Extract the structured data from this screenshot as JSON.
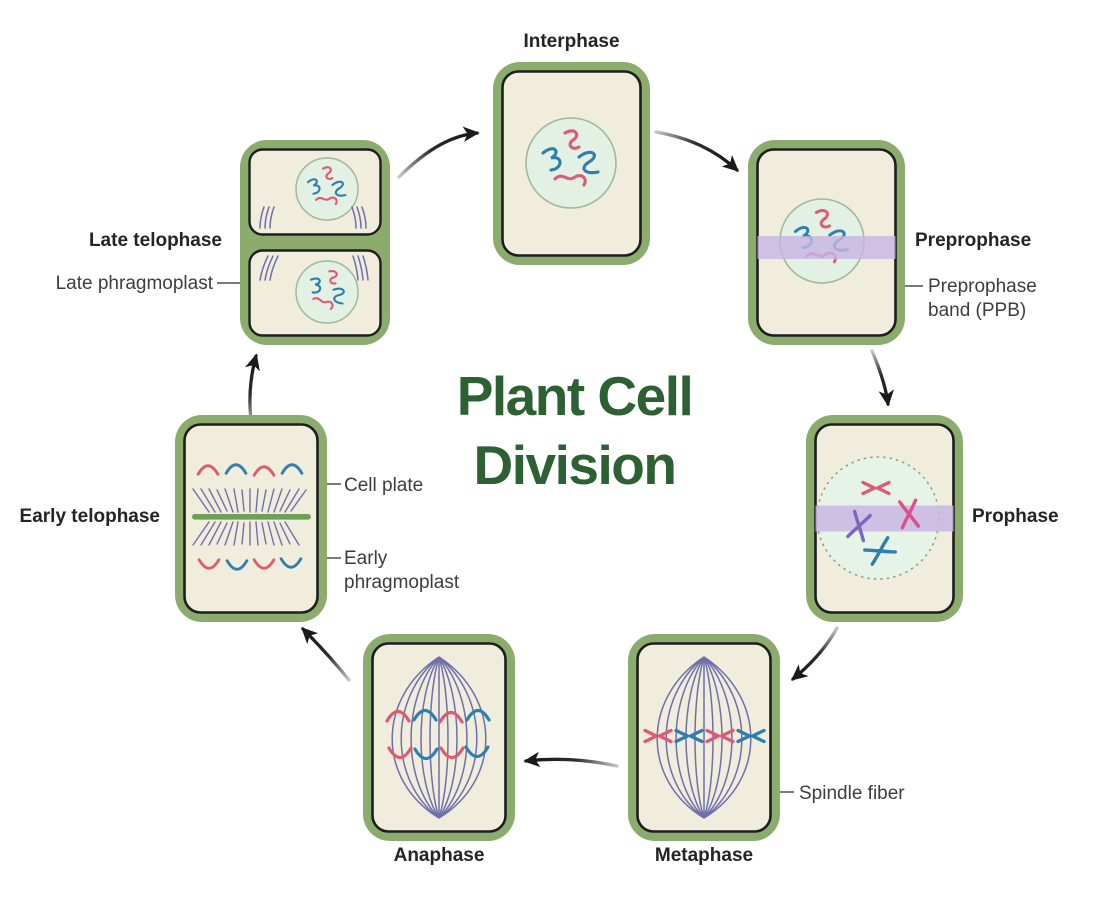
{
  "title": {
    "line1": "Plant Cell",
    "line2": "Division"
  },
  "phases": [
    {
      "id": "interphase",
      "label": "Interphase"
    },
    {
      "id": "preprophase",
      "label": "Preprophase"
    },
    {
      "id": "prophase",
      "label": "Prophase"
    },
    {
      "id": "metaphase",
      "label": "Metaphase"
    },
    {
      "id": "anaphase",
      "label": "Anaphase"
    },
    {
      "id": "early-telophase",
      "label": "Early telophase"
    },
    {
      "id": "late-telophase",
      "label": "Late telophase"
    }
  ],
  "cycle_order": [
    "Late telophase",
    "Interphase",
    "Preprophase",
    "Prophase",
    "Metaphase",
    "Anaphase",
    "Early telophase"
  ],
  "annotations": {
    "late_phragmoplast": "Late phragmoplast",
    "preprophase_band": "Preprophase band (PPB)",
    "cell_plate": "Cell plate",
    "early_phragmoplast": "Early phragmoplast",
    "spindle_fiber": "Spindle fiber"
  },
  "colors": {
    "cell_wall_green": "#8BAC6D",
    "cytoplasm_cream": "#F0EDDC",
    "outline_dark": "#1E1E1E",
    "nucleus_green": "#E3F1E4",
    "nucleus_stroke": "#9FB99B",
    "chromosome_red": "#DE5A74",
    "chromosome_blue": "#2E7FB0",
    "chromosome_purple": "#7A68BE",
    "chromosome_magenta": "#DC4F8F",
    "preprophase_band_purple": "#C8B6E3",
    "spindle_fiber_purple": "#6F6FAC",
    "cell_plate_green": "#6EA157",
    "title_green": "#2D6134",
    "arrow_black": "#1B1B1B"
  }
}
